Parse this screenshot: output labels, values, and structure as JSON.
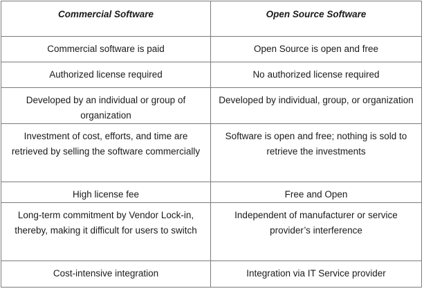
{
  "table": {
    "headers": [
      "Commercial Software",
      "Open Source Software"
    ],
    "rows": [
      [
        "Commercial software is paid",
        "Open Source is open and free"
      ],
      [
        "Authorized license required",
        "No authorized license required"
      ],
      [
        "Developed by an individual or group of organization",
        "Developed by individual, group, or organization"
      ],
      [
        "Investment of cost, efforts, and time are retrieved by selling the software commercially",
        "Software is open and free; nothing is sold to retrieve the investments"
      ],
      [
        "High license fee",
        "Free and Open"
      ],
      [
        "Long-term commitment by Vendor Lock-in, thereby, making it difficult for users to switch",
        "Independent of manufacturer or service provider’s interference"
      ],
      [
        "Cost-intensive integration",
        "Integration via IT Service provider"
      ]
    ]
  }
}
